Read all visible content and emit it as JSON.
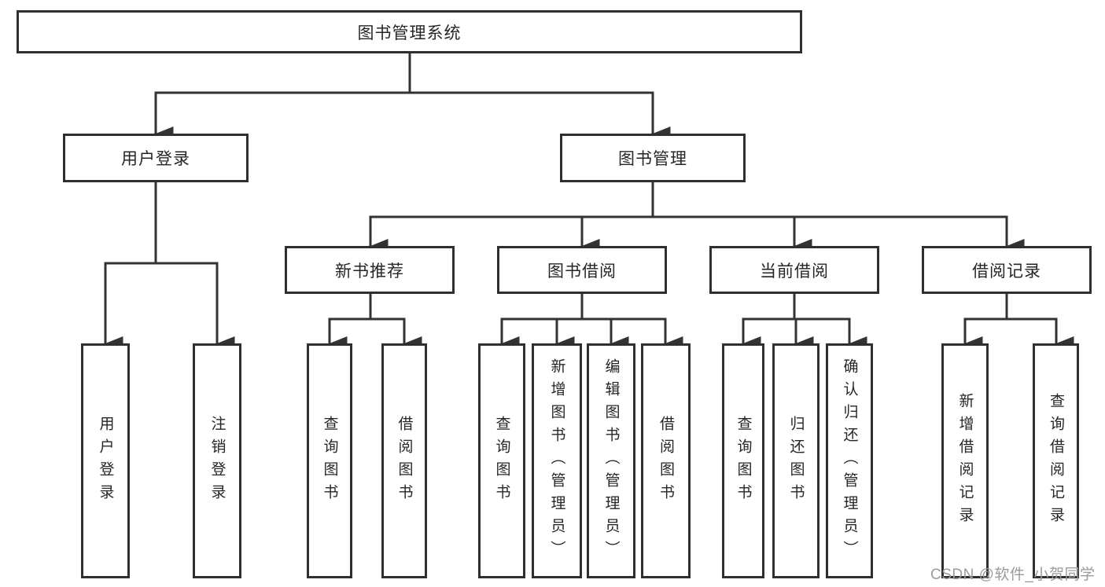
{
  "diagram": {
    "root_label": "图书管理系统",
    "user_login": {
      "label": "用户登录",
      "children": [
        "用户登录",
        "注销登录"
      ]
    },
    "book_management": {
      "label": "图书管理",
      "children": [
        {
          "label": "新书推荐",
          "children": [
            "查询图书",
            "借阅图书"
          ]
        },
        {
          "label": "图书借阅",
          "children": [
            "查询图书",
            "新增图书（管理员）",
            "编辑图书（管理员）",
            "借阅图书"
          ]
        },
        {
          "label": "当前借阅",
          "children": [
            "查询图书",
            "归还图书",
            "确认归还（管理员）"
          ]
        },
        {
          "label": "借阅记录",
          "children": [
            "新增借阅记录",
            "查询借阅记录"
          ]
        }
      ]
    }
  },
  "watermark": "CSDN @软件_小贺同学",
  "colors": {
    "line": "#333333",
    "box_border": "#2f2f2f",
    "text": "#262626",
    "watermark": "#9b9b9b",
    "background": "#ffffff"
  }
}
